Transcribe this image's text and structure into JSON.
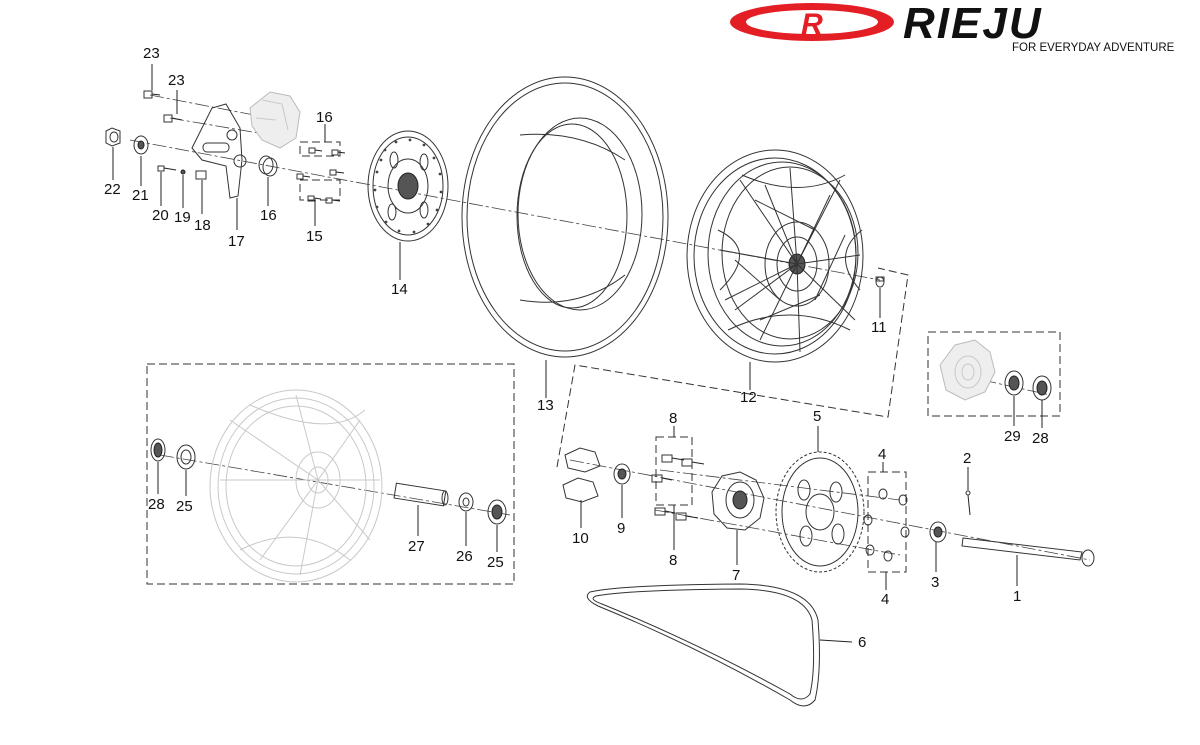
{
  "brand": {
    "logo_letter": "R",
    "name": "RIEJU",
    "tagline": "FOR EVERYDAY ADVENTURE",
    "logo_color": "#e31e24"
  },
  "callouts": {
    "n1": "1",
    "n2": "2",
    "n3": "3",
    "n4a": "4",
    "n4b": "4",
    "n5": "5",
    "n6": "6",
    "n7": "7",
    "n8a": "8",
    "n8b": "8",
    "n9": "9",
    "n10": "10",
    "n11": "11",
    "n12": "12",
    "n13": "13",
    "n14": "14",
    "n15": "15",
    "n16a": "16",
    "n16b": "16",
    "n17": "17",
    "n18": "18",
    "n19": "19",
    "n20": "20",
    "n21": "21",
    "n22": "22",
    "n23a": "23",
    "n23b": "23",
    "n25a": "25",
    "n25b": "25",
    "n26": "26",
    "n27": "27",
    "n28a": "28",
    "n28b": "28",
    "n29": "29"
  }
}
